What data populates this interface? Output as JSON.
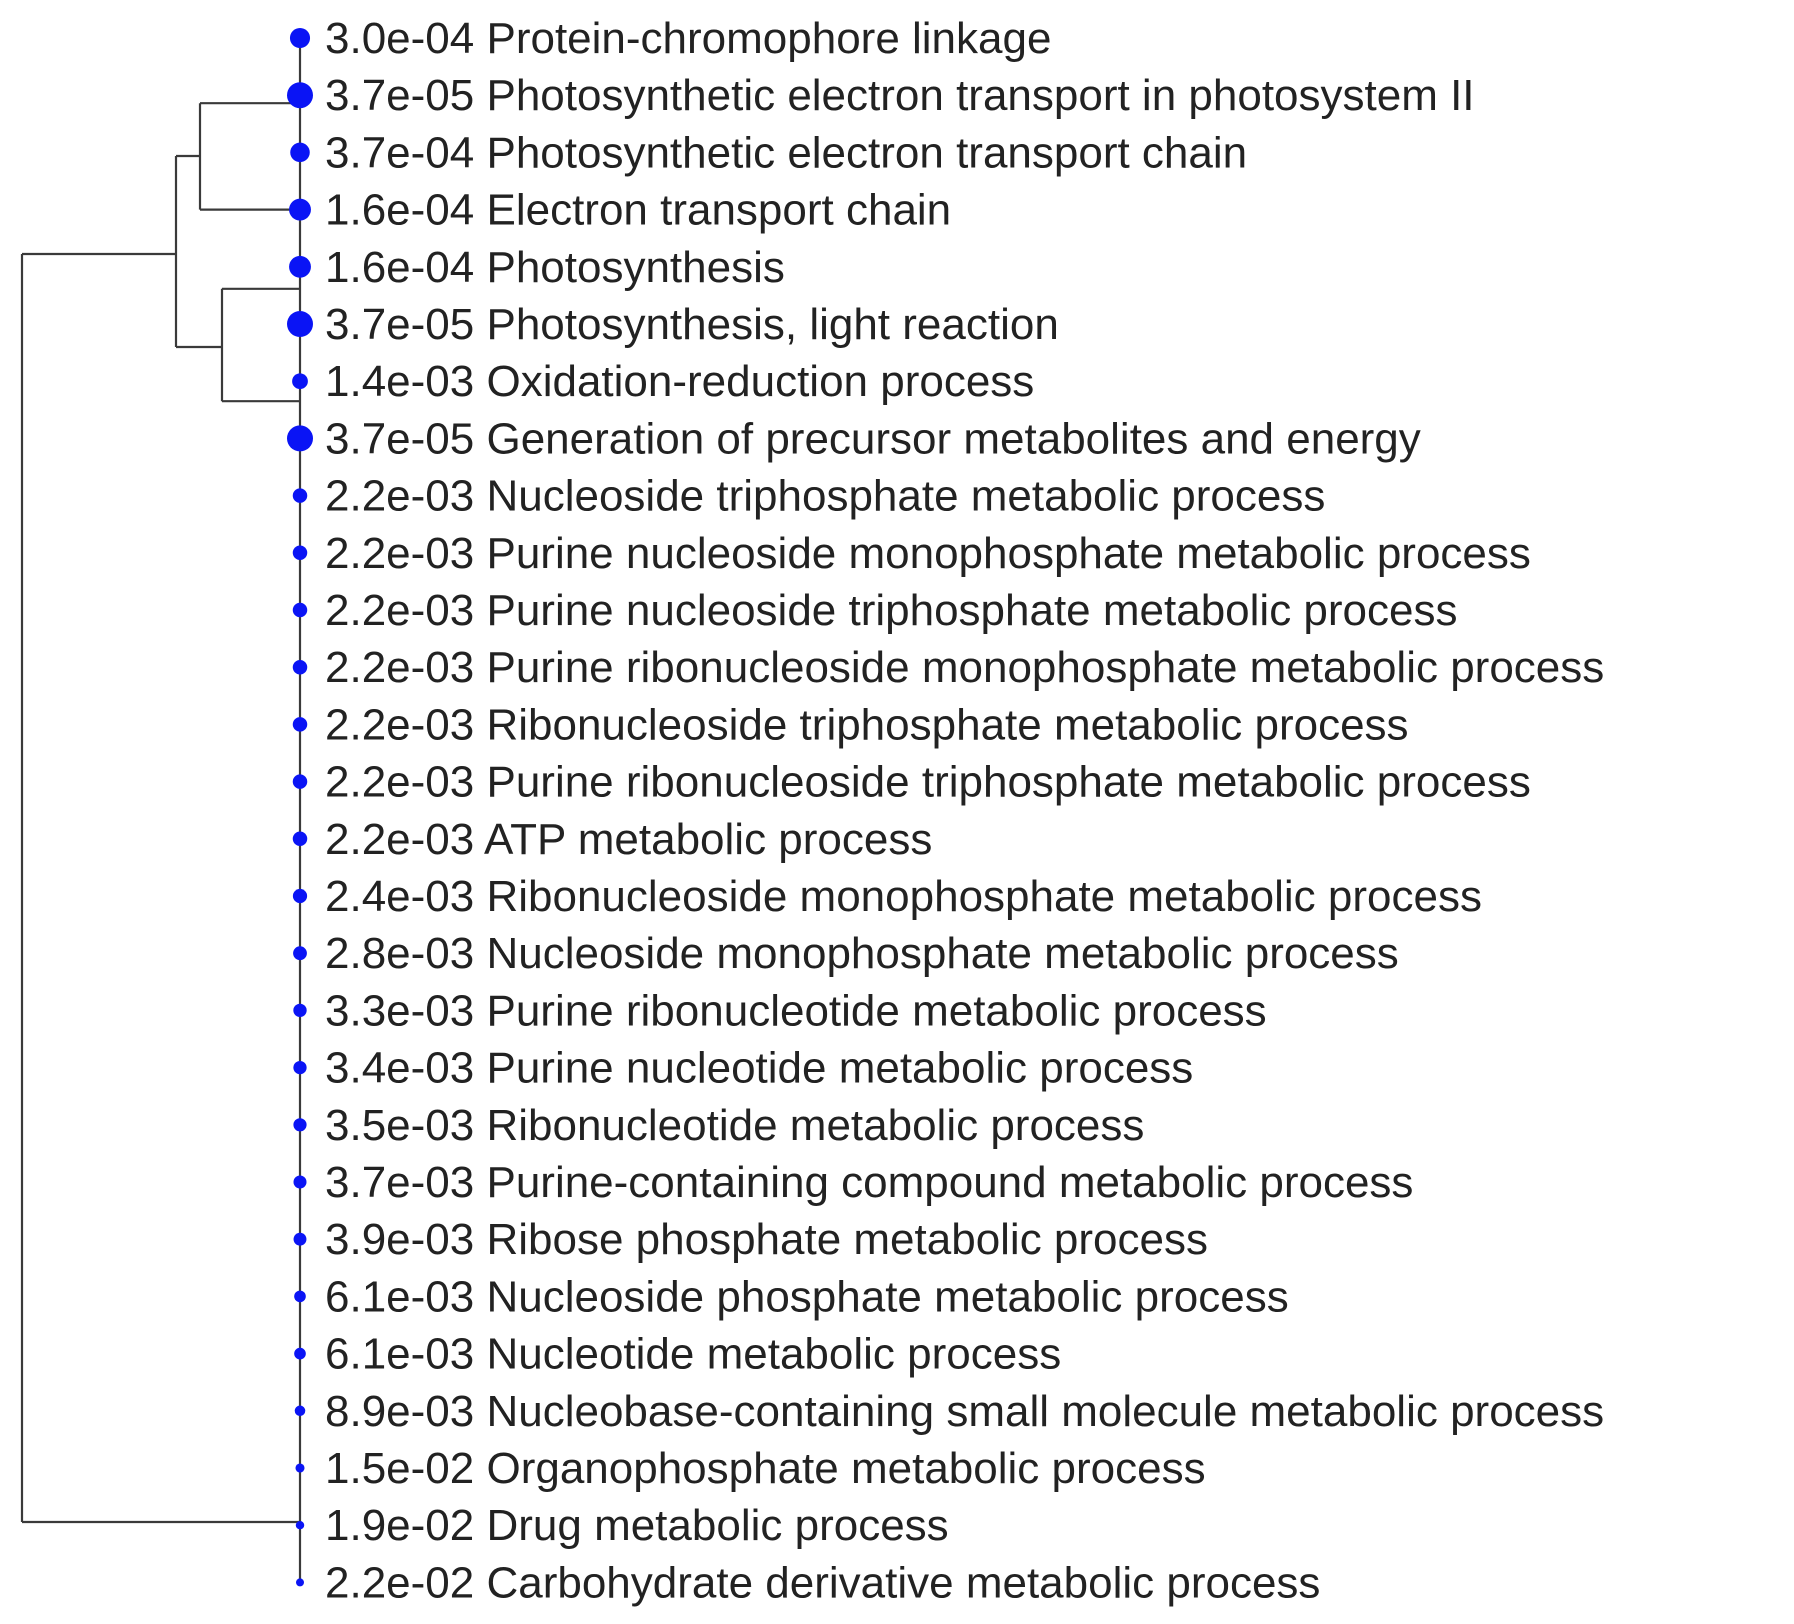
{
  "dot_color": "#0a14f5",
  "line_color": "#3a3a3a",
  "terms": [
    {
      "pvalue": "3.0e-04",
      "label": "Protein-chromophore linkage"
    },
    {
      "pvalue": "3.7e-05",
      "label": "Photosynthetic electron transport in photosystem II"
    },
    {
      "pvalue": "3.7e-04",
      "label": "Photosynthetic electron transport chain"
    },
    {
      "pvalue": "1.6e-04",
      "label": "Electron transport chain"
    },
    {
      "pvalue": "1.6e-04",
      "label": "Photosynthesis"
    },
    {
      "pvalue": "3.7e-05",
      "label": "Photosynthesis, light reaction"
    },
    {
      "pvalue": "1.4e-03",
      "label": "Oxidation-reduction process"
    },
    {
      "pvalue": "3.7e-05",
      "label": "Generation of precursor metabolites and energy"
    },
    {
      "pvalue": "2.2e-03",
      "label": "Nucleoside triphosphate metabolic process"
    },
    {
      "pvalue": "2.2e-03",
      "label": "Purine nucleoside monophosphate metabolic process"
    },
    {
      "pvalue": "2.2e-03",
      "label": "Purine nucleoside triphosphate metabolic process"
    },
    {
      "pvalue": "2.2e-03",
      "label": "Purine ribonucleoside monophosphate metabolic process"
    },
    {
      "pvalue": "2.2e-03",
      "label": "Ribonucleoside triphosphate metabolic process"
    },
    {
      "pvalue": "2.2e-03",
      "label": "Purine ribonucleoside triphosphate metabolic process"
    },
    {
      "pvalue": "2.2e-03",
      "label": "ATP metabolic process"
    },
    {
      "pvalue": "2.4e-03",
      "label": "Ribonucleoside monophosphate metabolic process"
    },
    {
      "pvalue": "2.8e-03",
      "label": "Nucleoside monophosphate metabolic process"
    },
    {
      "pvalue": "3.3e-03",
      "label": "Purine ribonucleotide metabolic process"
    },
    {
      "pvalue": "3.4e-03",
      "label": "Purine nucleotide metabolic process"
    },
    {
      "pvalue": "3.5e-03",
      "label": "Ribonucleotide metabolic process"
    },
    {
      "pvalue": "3.7e-03",
      "label": "Purine-containing compound metabolic process"
    },
    {
      "pvalue": "3.9e-03",
      "label": "Ribose phosphate metabolic process"
    },
    {
      "pvalue": "6.1e-03",
      "label": "Nucleoside phosphate metabolic process"
    },
    {
      "pvalue": "6.1e-03",
      "label": "Nucleotide metabolic process"
    },
    {
      "pvalue": "8.9e-03",
      "label": "Nucleobase-containing small molecule metabolic process"
    },
    {
      "pvalue": "1.5e-02",
      "label": "Organophosphate metabolic process"
    },
    {
      "pvalue": "1.9e-02",
      "label": "Drug metabolic process"
    },
    {
      "pvalue": "2.2e-02",
      "label": "Carbohydrate derivative metabolic process"
    }
  ]
}
